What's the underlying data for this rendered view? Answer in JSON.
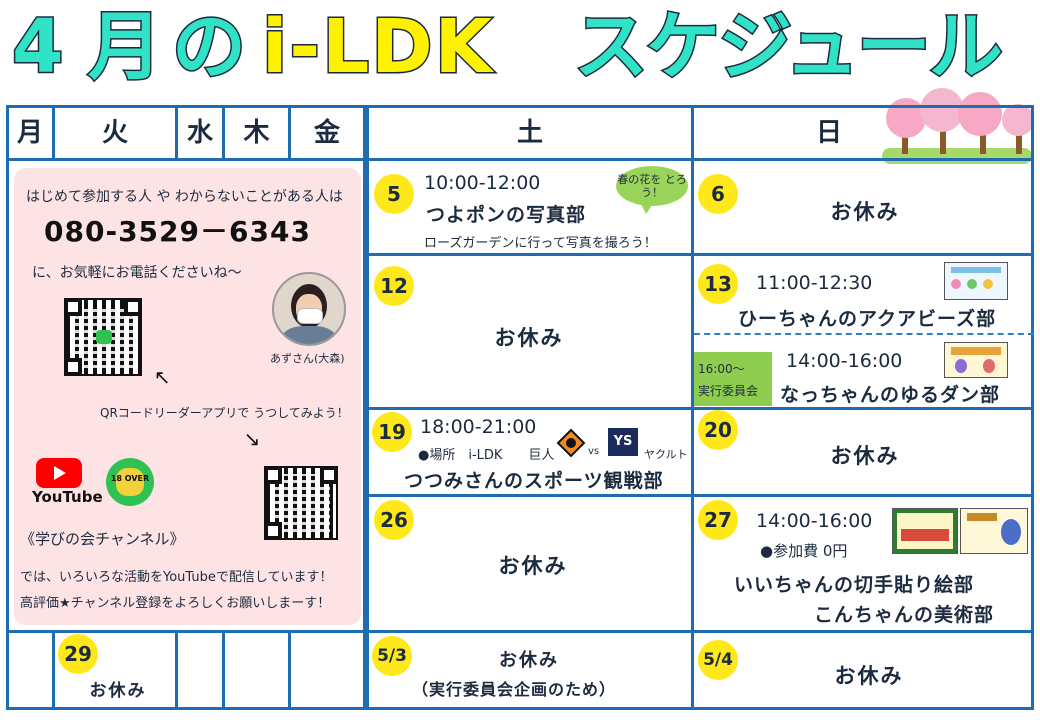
{
  "title": {
    "month": "4",
    "tsuki": "月",
    "no": "の",
    "name": "i-LDK",
    "schedule": "スケジュール"
  },
  "headers": {
    "mon": "月",
    "tue": "火",
    "wed": "水",
    "thu": "木",
    "fri": "金",
    "sat": "土",
    "sun": "日"
  },
  "info": {
    "line1": "はじめて参加する人 や わからないことがある人は",
    "phone": "080-3529－6343",
    "line2": "に、お気軽にお電話くださいね～",
    "person": "あずさん(大森)",
    "qr_text": "QRコードリーダーアプリで うつしてみよう！",
    "youtube": "YouTube",
    "badge": "18 OVER",
    "channel": "《学びの会チャンネル》",
    "desc1": "では、いろいろな活動をYouTubeで配信しています！",
    "desc2": "高評価★チャンネル登録をよろしくお願いしまーす！"
  },
  "cells": {
    "d5": {
      "day": "5",
      "time": "10:00-12:00",
      "club": "つよポンの写真部",
      "note": "ローズガーデンに行って写真を撮ろう！",
      "bubble": "春の花を とろう！"
    },
    "d6": {
      "day": "6",
      "label": "お休み"
    },
    "d12": {
      "day": "12",
      "label": "お休み"
    },
    "d13a": {
      "day": "13",
      "time": "11:00-12:30",
      "club": "ひーちゃんのアクアビーズ部"
    },
    "d13b": {
      "badge1": "16:00～",
      "badge2": "実行委員会",
      "time": "14:00-16:00",
      "club": "なっちゃんのゆるダン部"
    },
    "d19": {
      "day": "19",
      "time": "18:00-21:00",
      "place": "●場所　i-LDK　　巨人",
      "vs": "vs",
      "team": "ヤクルト",
      "club": "つつみさんのスポーツ観戦部"
    },
    "d20": {
      "day": "20",
      "label": "お休み"
    },
    "d26": {
      "day": "26",
      "label": "お休み"
    },
    "d27": {
      "day": "27",
      "time": "14:00-16:00",
      "fee": "●参加費 0円",
      "club1": "いいちゃんの切手貼り絵部",
      "club2": "こんちゃんの美術部"
    },
    "d29": {
      "day": "29",
      "label": "お休み"
    },
    "d53": {
      "day": "5/3",
      "label": "お休み",
      "note": "（実行委員会企画のため）"
    },
    "d54": {
      "day": "5/4",
      "label": "お休み"
    }
  },
  "colors": {
    "grid": "#1e6db3",
    "circle": "#ffe81a",
    "teal": "#2fe0c4",
    "yellow": "#fff200",
    "pink": "#fde3e3",
    "green": "#8fcd50"
  }
}
